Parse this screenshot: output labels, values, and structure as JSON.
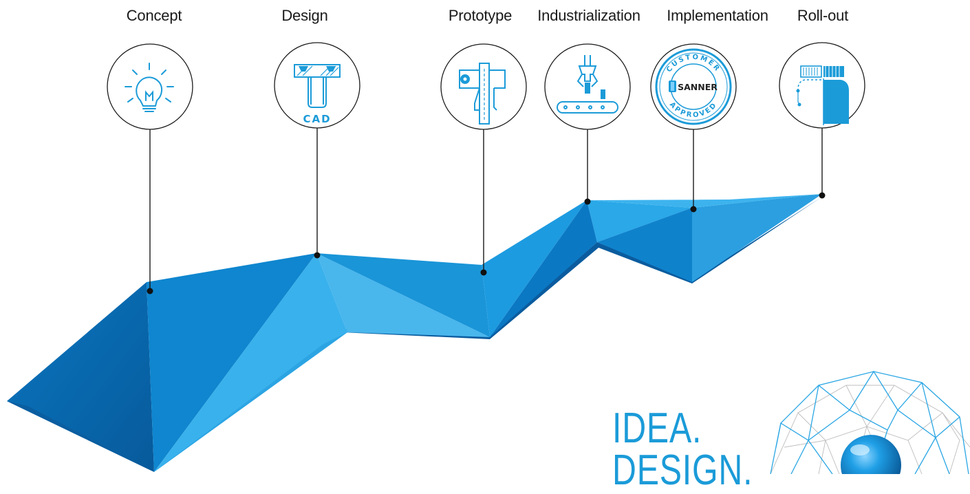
{
  "stages": [
    {
      "label": "Concept",
      "icon": "lightbulb-icon"
    },
    {
      "label": "Design",
      "icon": "cad-drawing-icon"
    },
    {
      "label": "Prototype",
      "icon": "caliper-icon"
    },
    {
      "label": "Industrialization",
      "icon": "conveyor-gripper-icon"
    },
    {
      "label": "Implementation",
      "icon": "approved-stamp-icon"
    },
    {
      "label": "Roll-out",
      "icon": "bottle-icon"
    }
  ],
  "icon_texts": {
    "cad": "CAD",
    "badge_top": "CUSTOMER",
    "badge_bottom": "APPROVED",
    "badge_brand": "SANNER"
  },
  "headline": {
    "line1": "IDEA.",
    "line2": "DESIGN."
  },
  "colors": {
    "accent": "#1b9bd8",
    "accent_dark": "#0b6fae",
    "accent_light": "#43b4ea",
    "line": "#1a1a1a"
  }
}
